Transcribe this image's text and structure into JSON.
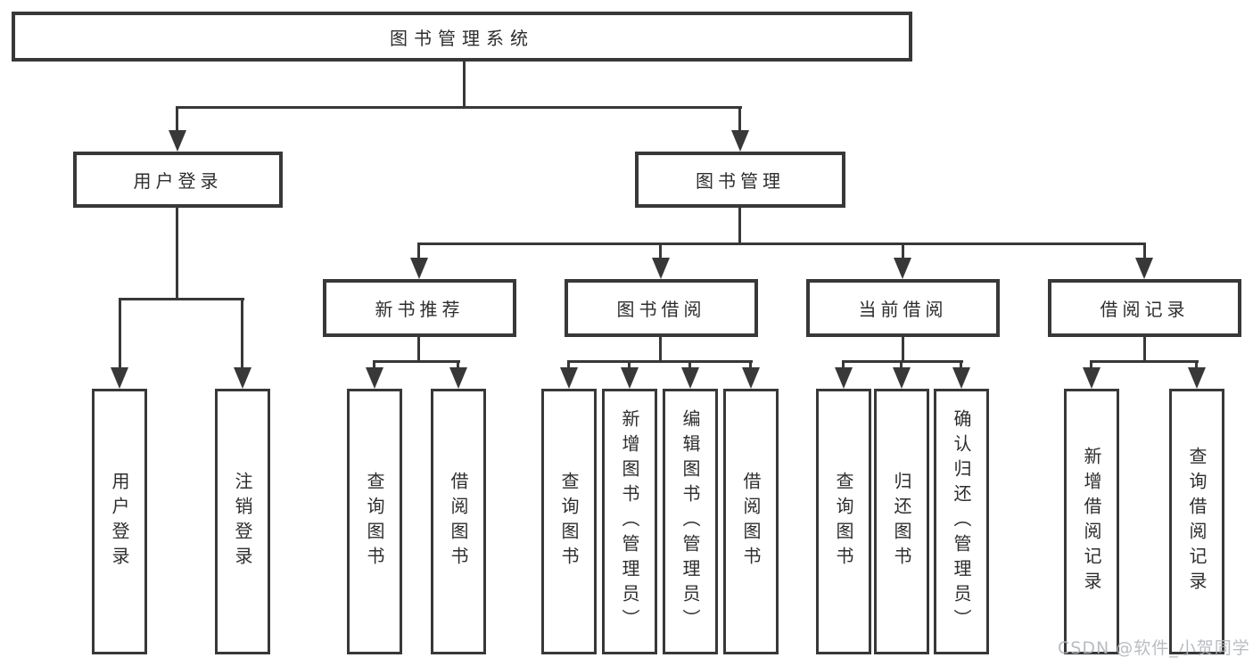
{
  "diagram": {
    "root": {
      "label": "图书管理系统"
    },
    "level2": {
      "user_login": {
        "label": "用户登录"
      },
      "book_mgmt": {
        "label": "图书管理"
      }
    },
    "level3": {
      "new_book": {
        "label": "新书推荐"
      },
      "book_borrow": {
        "label": "图书借阅"
      },
      "current_borrow": {
        "label": "当前借阅"
      },
      "borrow_record": {
        "label": "借阅记录"
      }
    },
    "leaves": {
      "user_login": [
        "用户登录",
        "注销登录"
      ],
      "new_book": [
        "查询图书",
        "借阅图书"
      ],
      "book_borrow": [
        "查询图书",
        "新增图书（管理员）",
        "编辑图书（管理员）",
        "借阅图书"
      ],
      "current_borrow": [
        "查询图书",
        "归还图书",
        "确认归还（管理员）"
      ],
      "borrow_record": [
        "新增借阅记录",
        "查询借阅记录"
      ]
    }
  },
  "watermark": {
    "text": "CSDN @软件_小贺同学"
  },
  "colors": {
    "line": "#383838",
    "text": "#2e2e2e",
    "watermark": "#b3b8bd",
    "background": "#ffffff"
  }
}
